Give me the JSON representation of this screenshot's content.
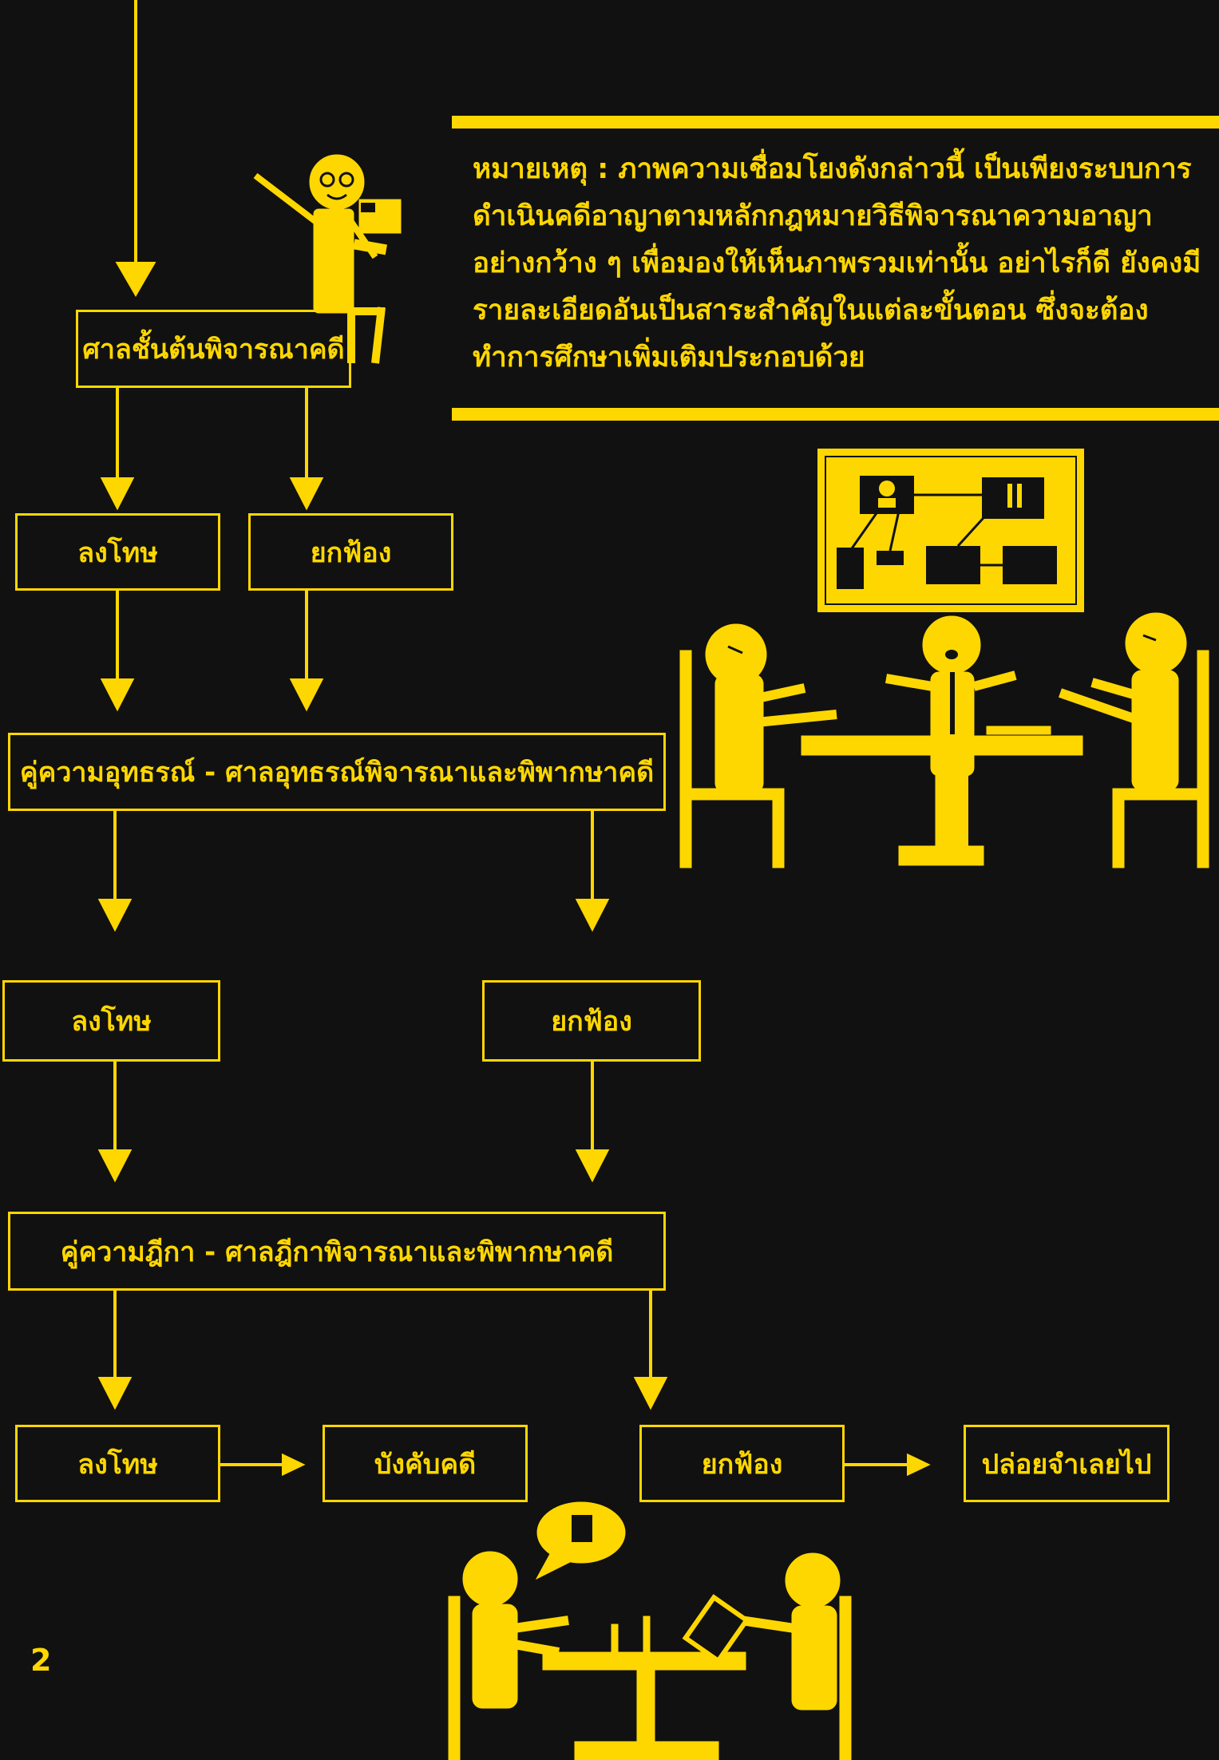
{
  "colors": {
    "background": "#111111",
    "accent": "#FFD700"
  },
  "note": "หมายเหตุ : ภาพความเชื่อมโยงดังกล่าวนี้ เป็นเพียงระบบการดำเนินคดีอาญาตามหลักกฎหมายวิธีพิจารณาความอาญาอย่างกว้าง ๆ เพื่อมองให้เห็นภาพรวมเท่านั้น อย่าไรก็ดี ยังคงมีรายละเอียดอันเป็นสาระสำคัญในแต่ละขั้นตอน ซึ่งจะต้องทำการศึกษาเพิ่มเติมประกอบด้วย",
  "flow": {
    "first_instance": "ศาลชั้นต้นพิจารณาคดี",
    "first_convict": "ลงโทษ",
    "first_dismiss": "ยกฟ้อง",
    "appeal": "คู่ความอุทธรณ์ - ศาลอุทธรณ์พิจารณาและพิพากษาคดี",
    "appeal_convict": "ลงโทษ",
    "appeal_dismiss": "ยกฟ้อง",
    "supreme": "คู่ความฎีกา - ศาลฎีกาพิจารณาและพิพากษาคดี",
    "supreme_convict": "ลงโทษ",
    "enforce": "บังคับคดี",
    "supreme_dismiss": "ยกฟ้อง",
    "release": "ปล่อยจำเลยไป"
  },
  "page_number": "2",
  "illustrations": [
    "camera-operator-figure",
    "evidence-board-icon",
    "interrogation-table-scene",
    "negotiation-table-scene"
  ]
}
